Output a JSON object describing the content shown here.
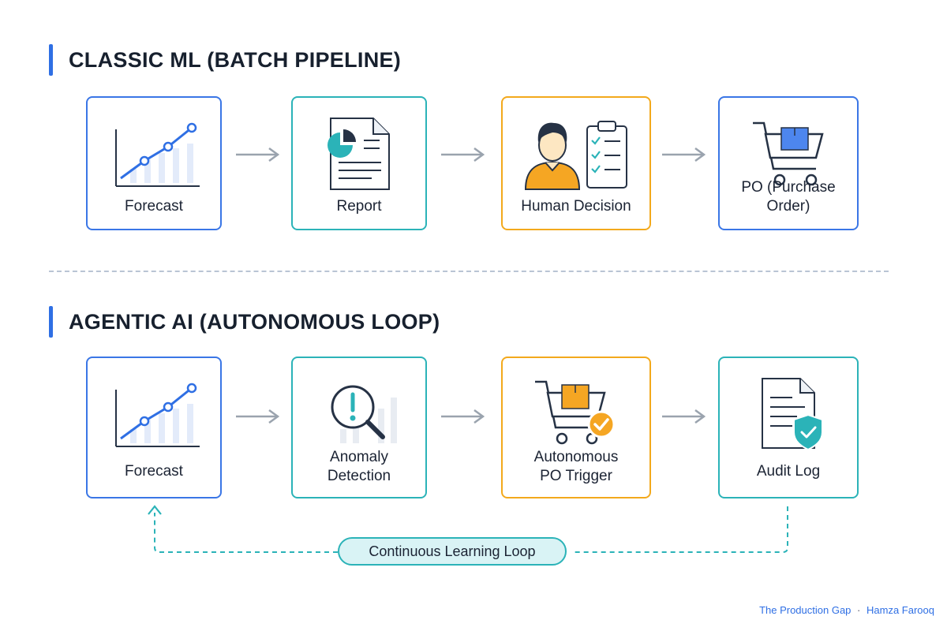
{
  "sections": [
    {
      "title": "CLASSIC ML (BATCH PIPELINE)",
      "steps": [
        {
          "label": "Forecast",
          "icon": "forecast-chart-icon"
        },
        {
          "label": "Report",
          "icon": "report-document-icon"
        },
        {
          "label": "Human Decision",
          "icon": "person-clipboard-icon"
        },
        {
          "label": "PO (Purchase Order)",
          "icon": "shopping-cart-icon"
        }
      ]
    },
    {
      "title": "AGENTIC AI (AUTONOMOUS LOOP)",
      "steps": [
        {
          "label": "Forecast",
          "icon": "forecast-chart-icon"
        },
        {
          "label_line1": "Anomaly",
          "label_line2": "Detection",
          "icon": "magnifier-alert-icon"
        },
        {
          "label_line1": "Autonomous",
          "label_line2": "PO Trigger",
          "icon": "cart-check-icon"
        },
        {
          "label": "Audit Log",
          "icon": "document-shield-icon"
        }
      ]
    }
  ],
  "loop_label": "Continuous Learning Loop",
  "footer": {
    "source": "The Production Gap",
    "separator": "·",
    "author": "Hamza Farooq"
  },
  "colors": {
    "blue": "#2f6fe4",
    "teal": "#2bb3b8",
    "orange": "#f3a91c",
    "arrow": "#9aa3ae"
  }
}
